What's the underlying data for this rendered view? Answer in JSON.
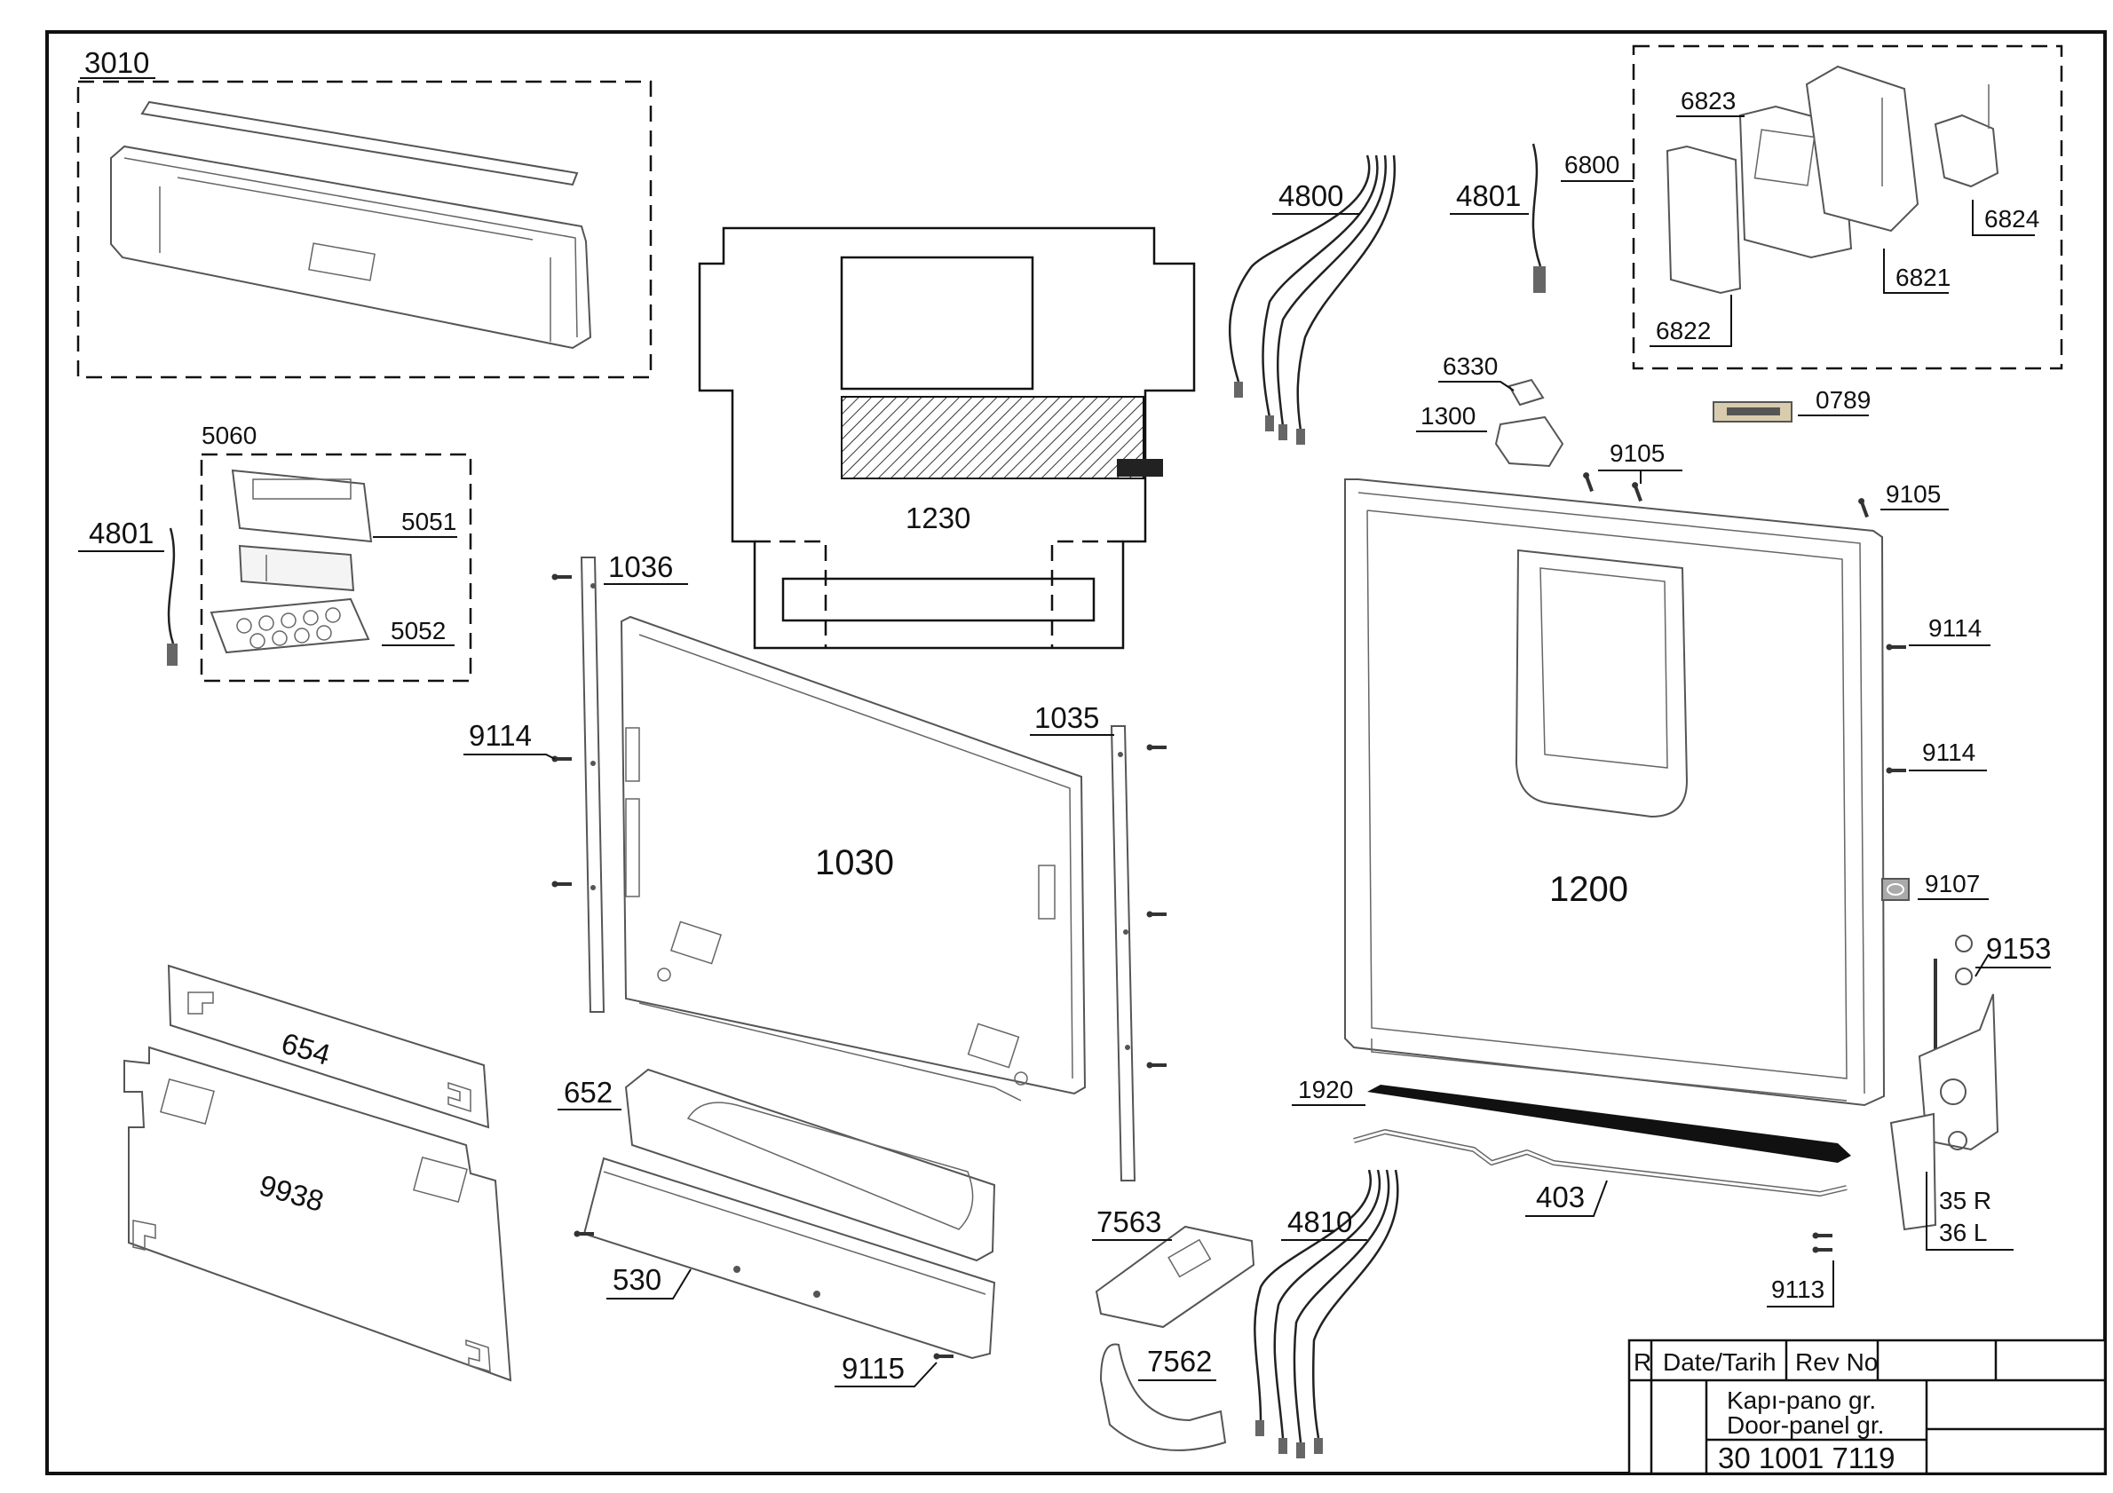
{
  "drawing": {
    "labels": {
      "p3010": "3010",
      "p1230": "1230",
      "p4800": "4800",
      "p4801a": "4801",
      "p6800": "6800",
      "p6823": "6823",
      "p6824": "6824",
      "p6821": "6821",
      "p6822": "6822",
      "p6330": "6330",
      "p1300": "1300",
      "p0789": "0789",
      "p9105a": "9105",
      "p9105b": "9105",
      "p5060": "5060",
      "p5051": "5051",
      "p5052": "5052",
      "p4801b": "4801",
      "p1036": "1036",
      "p1035": "1035",
      "p9114a": "9114",
      "p9114b": "9114",
      "p9114c": "9114",
      "p1030": "1030",
      "p1200": "1200",
      "p9107": "9107",
      "p9153": "9153",
      "p654": "654",
      "p9938": "9938",
      "p652": "652",
      "p1920": "1920",
      "p403": "403",
      "p35r": "35 R",
      "p36l": "36 L",
      "p7563": "7563",
      "p4810": "4810",
      "p530": "530",
      "p9115": "9115",
      "p7562": "7562",
      "p9113": "9113"
    },
    "colors": {
      "line": "#111111",
      "part_line": "#555555",
      "hatch": "#333333"
    }
  },
  "title_block": {
    "rev_col": "R",
    "date_col": "Date/Tarih",
    "revno_col": "Rev No",
    "name_tr": "Kapı-pano gr.",
    "name_en": "Door-panel gr.",
    "number": "30 1001 7119"
  }
}
